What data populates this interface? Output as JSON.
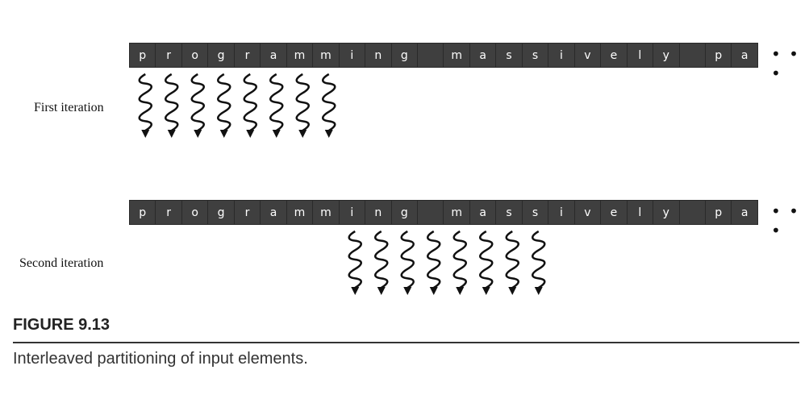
{
  "cells": [
    "p",
    "r",
    "o",
    "g",
    "r",
    "a",
    "m",
    "m",
    "i",
    "n",
    "g",
    " ",
    "m",
    "a",
    "s",
    "s",
    "i",
    "v",
    "e",
    "l",
    "y",
    " ",
    "p",
    "a"
  ],
  "ellipsis": "• • •",
  "iterations": [
    {
      "label": "First iteration",
      "thread_start_index": 0,
      "thread_count": 8
    },
    {
      "label": "Second iteration",
      "thread_start_index": 8,
      "thread_count": 8
    }
  ],
  "figure": {
    "number": "FIGURE 9.13",
    "caption": "Interleaved partitioning of input elements."
  },
  "colors": {
    "cell_bg": "#3f3f3f",
    "cell_text": "#ffffff",
    "thread": "#111111"
  }
}
